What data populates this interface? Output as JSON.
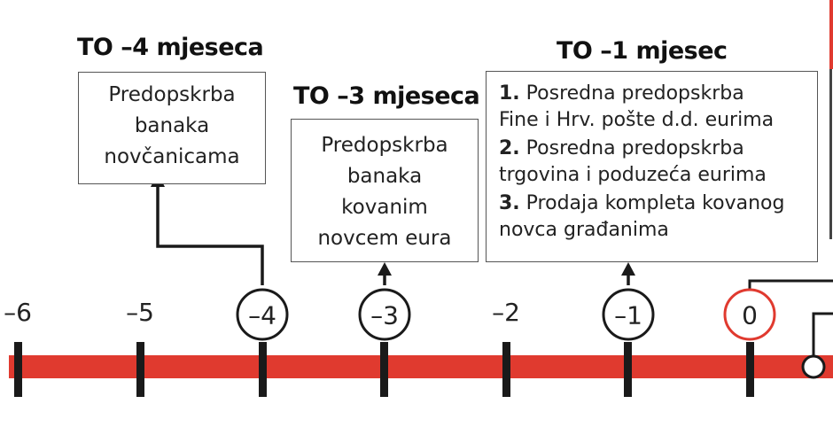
{
  "milestones": [
    {
      "heading": "TO –4 mjeseca",
      "lines": [
        "Predopskrba",
        "banaka",
        "novčanicama"
      ]
    },
    {
      "heading": "TO –3 mjeseca",
      "lines": [
        "Predopskrba",
        "banaka",
        "kovanim",
        "novcem eura"
      ]
    },
    {
      "heading": "TO –1 mjesec",
      "items": [
        {
          "num": "1.",
          "line1": "Posredna predopskrba",
          "line2": "Fine i  Hrv. pošte d.d. eurima"
        },
        {
          "num": "2.",
          "line1": "Posredna predopskrba",
          "line2": "trgovina i poduzeća eurima"
        },
        {
          "num": "3.",
          "line1": "Prodaja kompleta kovanog",
          "line2": "novca građanima"
        }
      ]
    }
  ],
  "timeline": {
    "ticks": [
      "–6",
      "–5",
      "–4",
      "–3",
      "–2",
      "–1",
      "0"
    ],
    "accent_color": "#e03a2f"
  }
}
